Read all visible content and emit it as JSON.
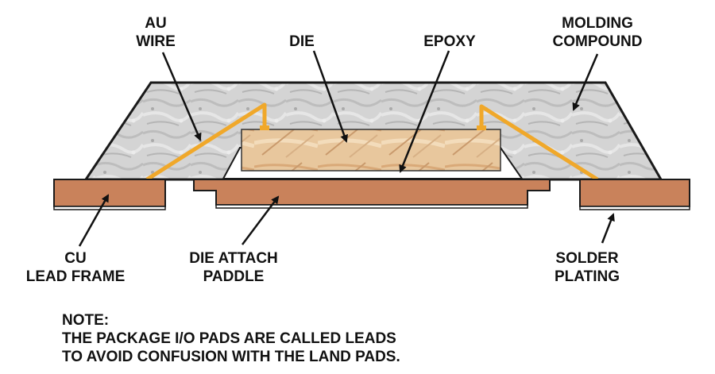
{
  "labels": {
    "au_wire": [
      "AU",
      "WIRE"
    ],
    "die": "DIE",
    "epoxy": "EPOXY",
    "molding_compound": [
      "MOLDING",
      "COMPOUND"
    ],
    "cu_lead_frame": [
      "CU",
      "LEAD FRAME"
    ],
    "die_attach_paddle": [
      "DIE ATTACH",
      "PADDLE"
    ],
    "solder_plating": [
      "SOLDER",
      "PLATING"
    ]
  },
  "note": {
    "heading": "NOTE:",
    "lines": [
      "THE PACKAGE I/O PADS ARE CALLED LEADS",
      "TO AVOID CONFUSION WITH THE LAND PADS."
    ]
  },
  "colors": {
    "molding": "#cfcfcf",
    "die": "#e6c39a",
    "copper": "#c9825b",
    "wire": "#f0a82a",
    "outline": "#1a1a1a"
  }
}
